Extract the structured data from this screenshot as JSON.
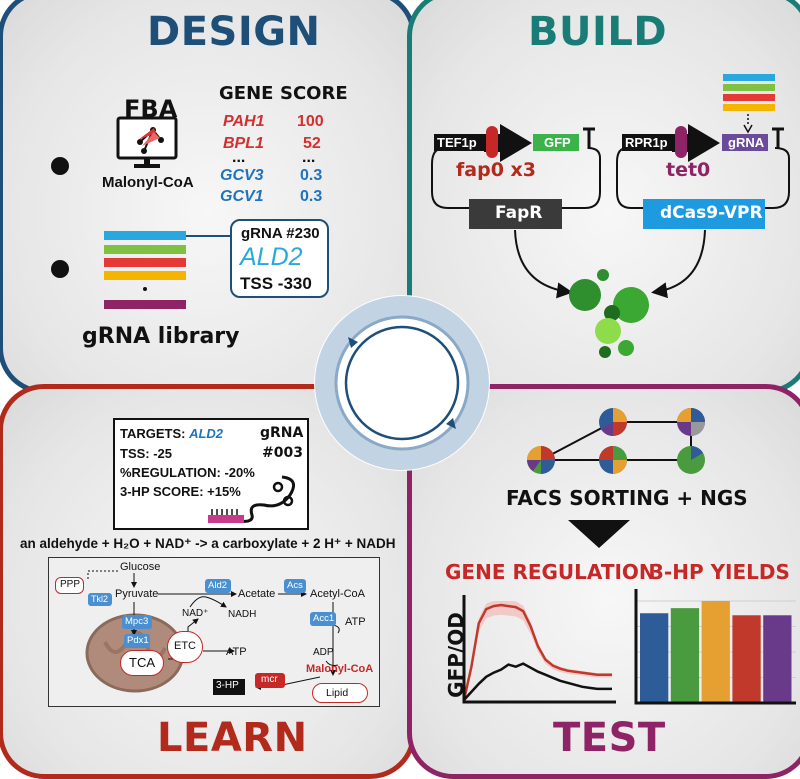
{
  "panels": {
    "design": "DESIGN",
    "build": "BUILD",
    "learn": "LEARN",
    "test": "TEST"
  },
  "colors": {
    "design": "#1d4f79",
    "build": "#1a7c76",
    "learn": "#b22a1c",
    "test": "#8e2466",
    "red_gene": "#d32f2f",
    "blue_gene": "#1e73be",
    "light_blue": "#29a8e0"
  },
  "design": {
    "fba_label": "FBA",
    "fba_icon": "monitor-with-flux-network-icon",
    "malonyl_label": "Malonyl-CoA",
    "table_headers": [
      "GENE",
      "SCORE"
    ],
    "table_rows": [
      {
        "gene": "PAH1",
        "score": "100",
        "color": "red"
      },
      {
        "gene": "BPL1",
        "score": "52",
        "color": "red"
      },
      {
        "gene": "...",
        "score": "...",
        "color": "black"
      },
      {
        "gene": "GCV3",
        "score": "0.3",
        "color": "blue"
      },
      {
        "gene": "GCV1",
        "score": "0.3",
        "color": "blue"
      }
    ],
    "grna_card": {
      "id": "gRNA #230",
      "gene": "ALD2",
      "tss": "TSS -330"
    },
    "library_label": "gRNA library",
    "library_bar_colors": [
      "#29a8e0",
      "#7fc241",
      "#e53935",
      "#f5b400",
      "#8e2466"
    ]
  },
  "build": {
    "plasmid1": {
      "promoter": "TEF1p",
      "reporter": "GFP",
      "operator": "fap0 x3",
      "protein": "FapR"
    },
    "plasmid2": {
      "promoter": "RPR1p",
      "guide": "gRNA",
      "operator": "tet0",
      "protein": "dCas9-VPR"
    },
    "grna_stack_colors": [
      "#29a8e0",
      "#7fc241",
      "#e53935",
      "#f5b400"
    ],
    "cells_icon": "yeast-cells-icon"
  },
  "learn": {
    "card": {
      "targets_label": "TARGETS: ",
      "targets_gene": "ALD2",
      "tss": "TSS: -25",
      "regulation": "%REGULATION: -20%",
      "score": "3-HP SCORE: +15%",
      "grna_label": "gRNA",
      "grna_num": "#003"
    },
    "reaction": "an aldehyde + H₂O + NAD⁺ -> a carboxylate + 2 H⁺ + NADH",
    "pathway": {
      "glucose": "Glucose",
      "ppp": "PPP",
      "tkl2": "Tkl2",
      "pyruvate": "Pyruvate",
      "ald2": "Ald2",
      "acetate": "Acetate",
      "acs": "Acs",
      "acetyl_coa": "Acetyl-CoA",
      "nad": "NAD⁺",
      "nadh": "NADH",
      "mpc3": "Mpc3",
      "pdx1": "Pdx1",
      "acc1": "Acc1",
      "atp1": "ATP",
      "adp": "ADP",
      "malonyl": "Malonyl-CoA",
      "tca": "TCA",
      "etc": "ETC",
      "atp2": "ATP",
      "mcr": "mcr",
      "hp3": "3-HP",
      "lipid": "Lipid"
    }
  },
  "test": {
    "facs": "FACS SORTING + NGS",
    "gene_regulation": "GENE REGULATION",
    "yields": "3-HP YIELDS",
    "ylabel": "GFP/OD"
  },
  "chart_data": [
    {
      "type": "line",
      "title": "GENE REGULATION",
      "ylabel": "GFP/OD",
      "xlabel": "",
      "x": [
        0,
        1,
        2,
        3,
        4,
        5,
        6,
        7,
        8,
        9,
        10,
        11,
        12,
        13,
        14,
        15,
        16,
        17,
        18,
        19,
        20
      ],
      "series": [
        {
          "color": "#c0392b",
          "values": [
            0.02,
            0.35,
            0.78,
            0.92,
            0.95,
            0.96,
            0.95,
            0.94,
            0.9,
            0.75,
            0.55,
            0.42,
            0.36,
            0.33,
            0.31,
            0.3,
            0.29,
            0.28,
            0.27,
            0.27,
            0.27
          ]
        },
        {
          "color": "#111111",
          "values": [
            0.02,
            0.1,
            0.18,
            0.25,
            0.29,
            0.32,
            0.37,
            0.35,
            0.38,
            0.34,
            0.3,
            0.27,
            0.24,
            0.21,
            0.19,
            0.17,
            0.15,
            0.14,
            0.13,
            0.13,
            0.13
          ]
        }
      ]
    },
    {
      "type": "bar",
      "title": "3-HP YIELDS",
      "categories": [
        "",
        "",
        "",
        "",
        ""
      ],
      "values": [
        0.88,
        0.93,
        1.0,
        0.86,
        0.86
      ],
      "colors": [
        "#2e5c99",
        "#4a9a3f",
        "#e6a032",
        "#c0392b",
        "#6a3a8a"
      ],
      "ylim": [
        0,
        1
      ]
    }
  ]
}
